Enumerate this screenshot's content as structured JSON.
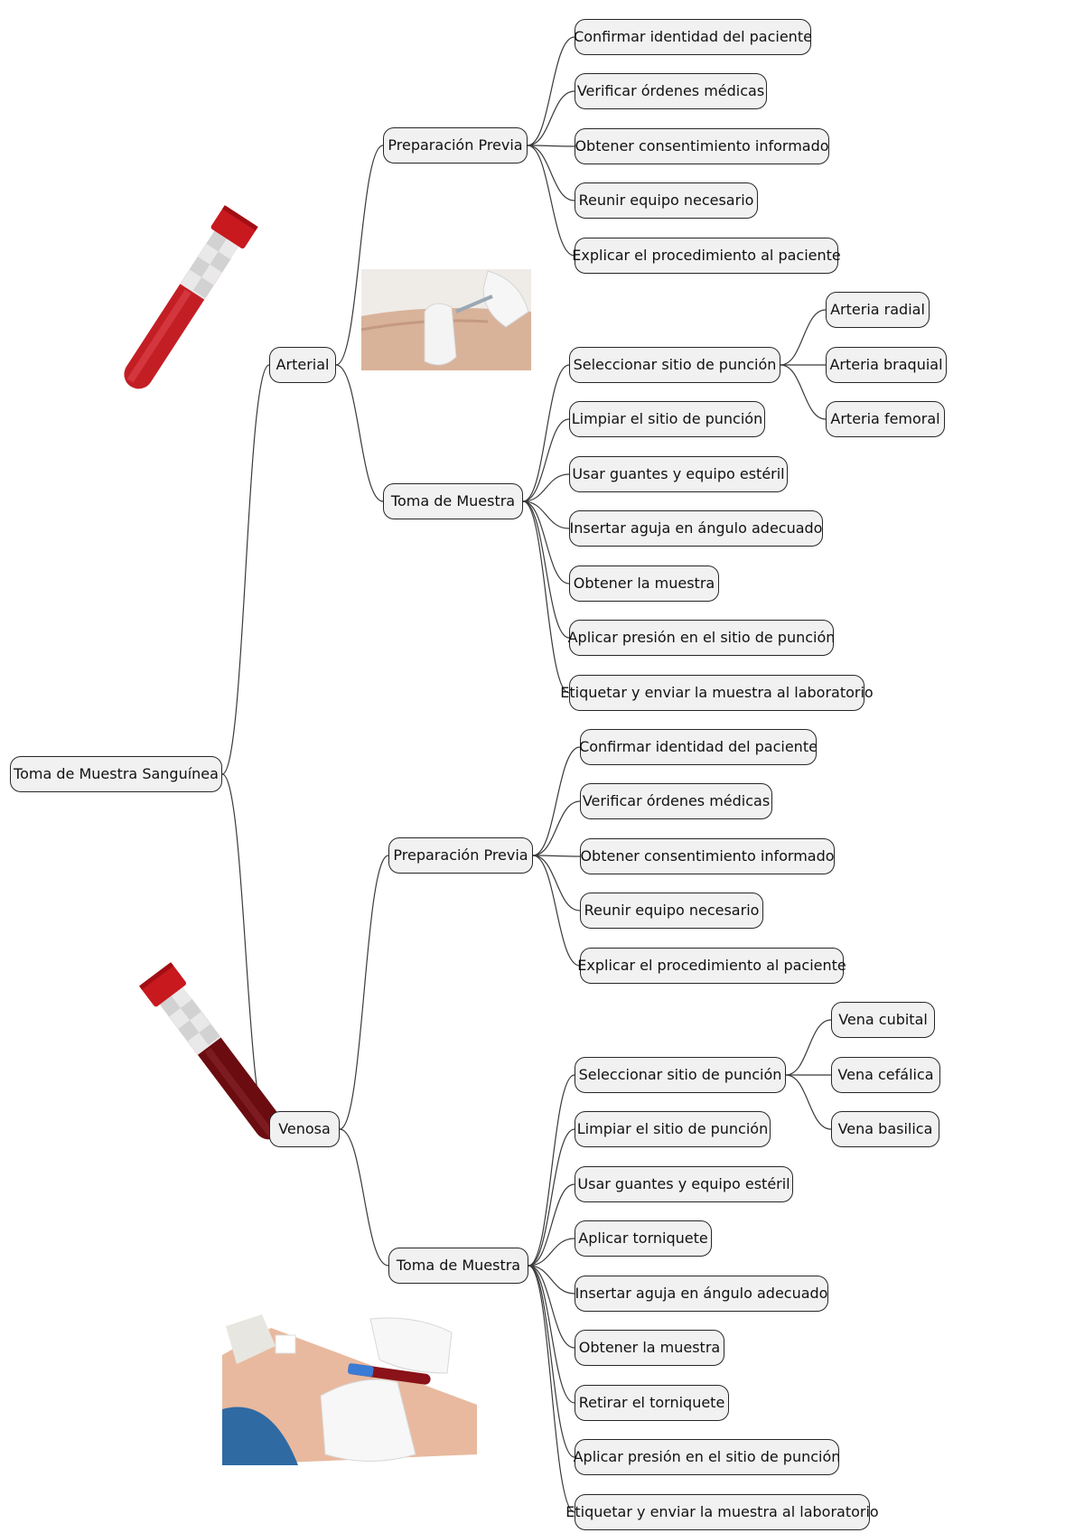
{
  "root": "Toma de Muestra Sanguínea",
  "arterial": {
    "label": "Arterial",
    "prep": {
      "label": "Preparación Previa",
      "items": [
        "Confirmar identidad del paciente",
        "Verificar órdenes médicas",
        "Obtener consentimiento informado",
        "Reunir equipo necesario",
        "Explicar el procedimiento al paciente"
      ]
    },
    "toma": {
      "label": "Toma de Muestra",
      "sitio": {
        "label": "Seleccionar sitio de punción",
        "items": [
          "Arteria radial",
          "Arteria braquial",
          "Arteria femoral"
        ]
      },
      "items": [
        "Limpiar el sitio de punción",
        "Usar guantes y equipo estéril",
        "Insertar aguja en ángulo adecuado",
        "Obtener la muestra",
        "Aplicar presión en el sitio de punción",
        "Etiquetar y enviar la muestra al laboratorio"
      ]
    }
  },
  "venosa": {
    "label": "Venosa",
    "prep": {
      "label": "Preparación Previa",
      "items": [
        "Confirmar identidad del paciente",
        "Verificar órdenes médicas",
        "Obtener consentimiento informado",
        "Reunir equipo necesario",
        "Explicar el procedimiento al paciente"
      ]
    },
    "toma": {
      "label": "Toma de Muestra",
      "sitio": {
        "label": "Seleccionar sitio de punción",
        "items": [
          "Vena cubital",
          "Vena cefálica",
          "Vena basilica"
        ]
      },
      "items": [
        "Limpiar el sitio de punción",
        "Usar guantes y equipo estéril",
        "Aplicar torniquete",
        "Insertar aguja en ángulo adecuado",
        "Obtener la muestra",
        "Retirar el torniquete",
        "Aplicar presión en el sitio de punción",
        "Etiquetar y enviar la muestra al laboratorio"
      ]
    }
  },
  "colors": {
    "node_fill": "#f1f1f1",
    "node_border": "#262626",
    "edge": "#3a3a3a",
    "tube_red": "#d4262b",
    "tube_dark": "#6e0d10"
  },
  "icons": [
    "blood-tube-red-icon",
    "blood-tube-dark-icon",
    "arterial-puncture-photo",
    "venous-puncture-photo"
  ]
}
